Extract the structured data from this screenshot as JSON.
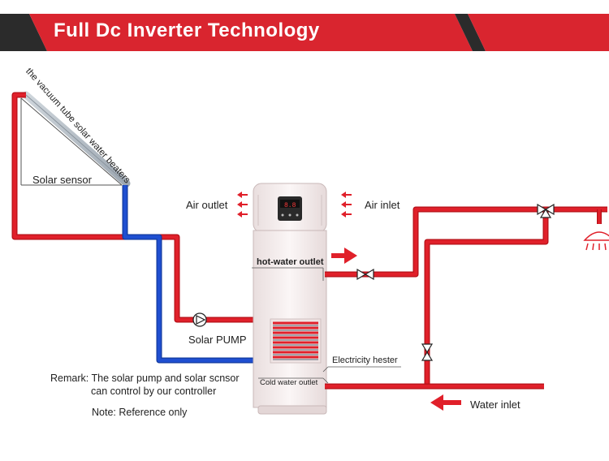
{
  "header": {
    "title": "Full Dc Inverter Technology"
  },
  "labels": {
    "collector": "the vacuum tube solar water beaters",
    "solar_sensor": "Solar sensor",
    "air_outlet": "Air outlet",
    "air_inlet": "Air inlet",
    "hot_water_outlet": "hot-water outlet",
    "solar_pump": "Solar PUMP",
    "electricity_heater": "Electricity hester",
    "cold_water_outlet": "Cold water outlet",
    "water_inlet": "Water inlet"
  },
  "remark": {
    "line1": "Remark: The solar pump and solar scnsor",
    "line2": "can control by our controller"
  },
  "note": "Note: Reference only",
  "colors": {
    "banner_red": "#d9252f",
    "banner_dark": "#2b2b2b",
    "hot_pipe": "#e0202a",
    "cold_pipe": "#1f4fd1",
    "unit_body": "#f6eeee"
  }
}
